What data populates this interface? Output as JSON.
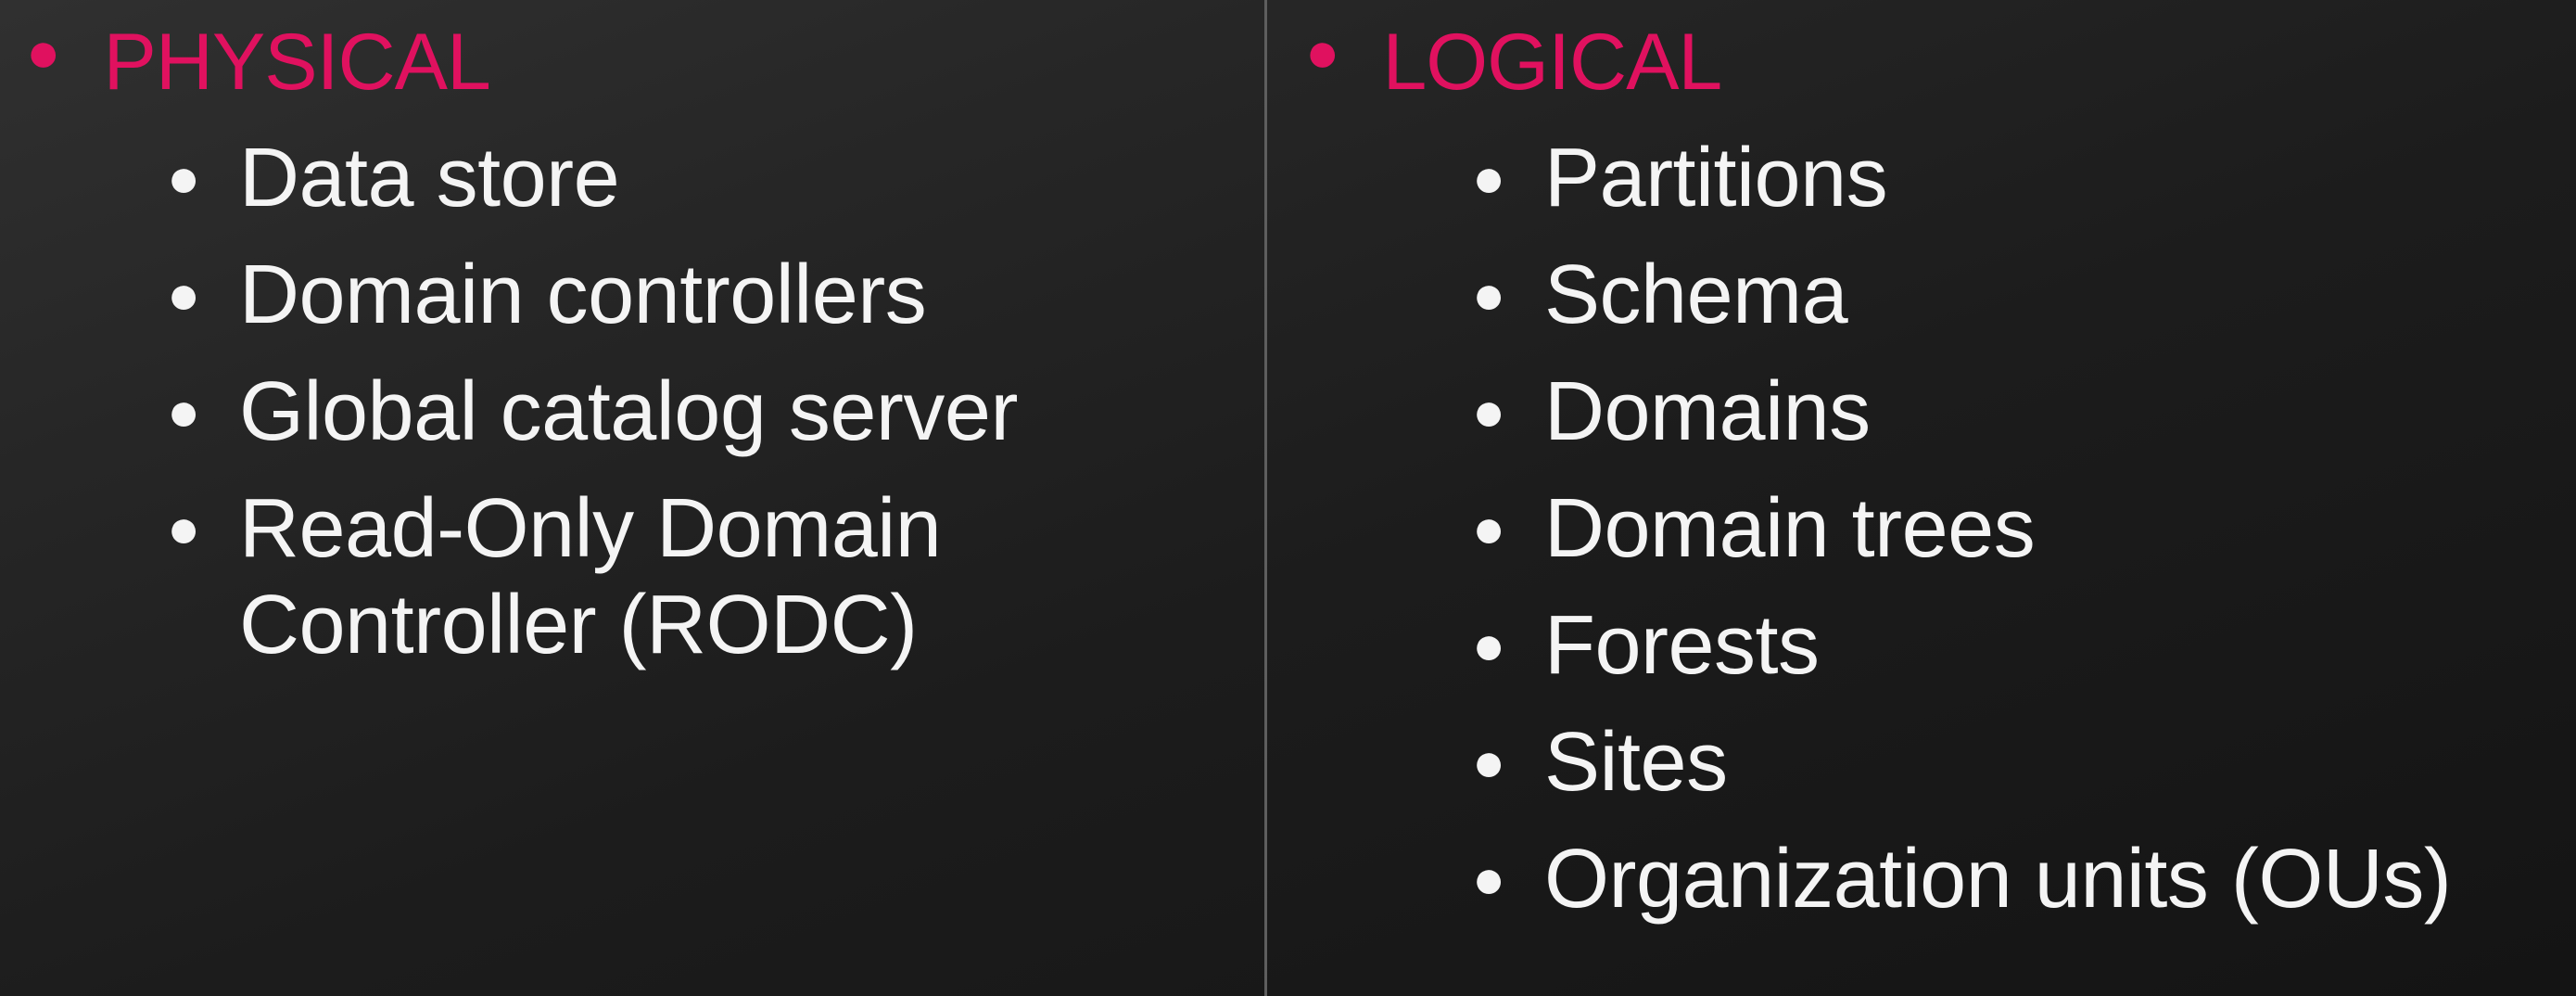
{
  "colors": {
    "accent": "#e0115f",
    "text": "#f4f4f4",
    "divider": "#5e5e5e"
  },
  "left": {
    "heading": "PHYSICAL",
    "items": [
      "Data store",
      "Domain controllers",
      "Global catalog server",
      "Read-Only Domain Controller (RODC)"
    ]
  },
  "right": {
    "heading": "LOGICAL",
    "items": [
      "Partitions",
      "Schema",
      "Domains",
      "Domain trees",
      "Forests",
      "Sites",
      "Organization units (OUs)"
    ]
  }
}
